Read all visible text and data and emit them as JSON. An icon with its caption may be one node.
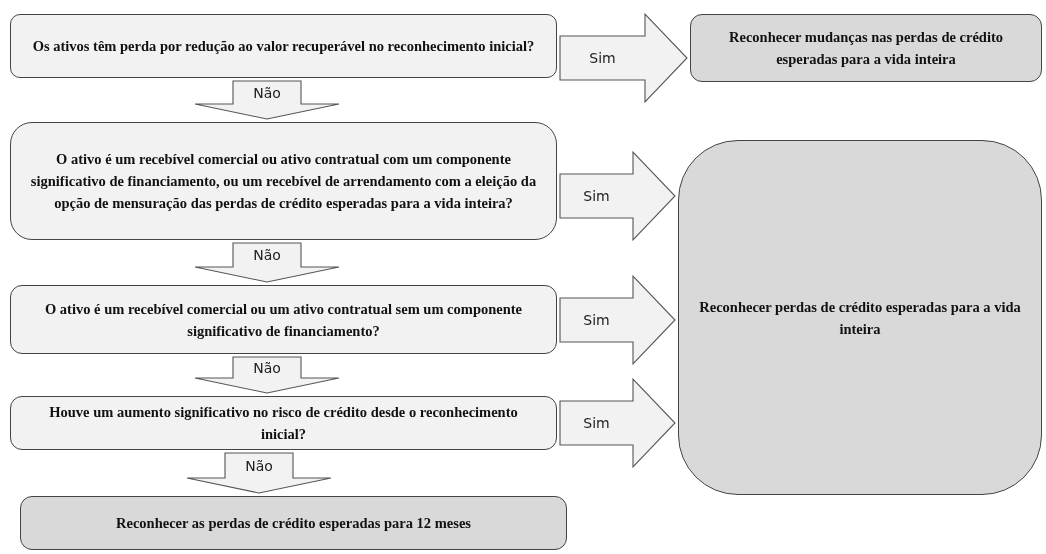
{
  "diagram": {
    "nodes": [
      {
        "text": [
          "Os ativos têm perda por redução ao valor recuperável no reconhecimento inicial?"
        ]
      },
      {
        "text": [
          "Reconhecer mudanças nas perdas de crédito esperadas para a vida inteira"
        ]
      },
      {
        "text": [
          "O ativo é um recebível comercial ou ativo contratual com um componente significativo de financiamento, ou um recebível de arrendamento com a eleição da opção de mensuração das perdas de crédito esperadas para a vida inteira?"
        ]
      },
      {
        "text": [
          "Reconhecer perdas de crédito esperadas para a vida inteira"
        ]
      },
      {
        "text": [
          "O ativo é um recebível comercial ou um ativo contratual sem um componente significativo de financiamento?"
        ]
      },
      {
        "text": [
          "Houve um aumento significativo no risco de crédito desde o reconhecimento inicial?"
        ]
      },
      {
        "text": [
          "Reconhecer as perdas de crédito esperadas para 12 meses"
        ]
      }
    ],
    "edges": [
      {
        "from": 0,
        "to": 1,
        "arrow": "to",
        "label": "Sim"
      },
      {
        "from": 0,
        "to": 2,
        "arrow": "to",
        "label": "Não"
      },
      {
        "from": 2,
        "to": 3,
        "arrow": "to",
        "label": "Sim"
      },
      {
        "from": 2,
        "to": 4,
        "arrow": "to",
        "label": "Não"
      },
      {
        "from": 4,
        "to": 3,
        "arrow": "to",
        "label": "Sim"
      },
      {
        "from": 4,
        "to": 5,
        "arrow": "to",
        "label": "Não"
      },
      {
        "from": 5,
        "to": 3,
        "arrow": "to",
        "label": "Sim"
      },
      {
        "from": 5,
        "to": 6,
        "arrow": "to",
        "label": "Não"
      }
    ]
  }
}
